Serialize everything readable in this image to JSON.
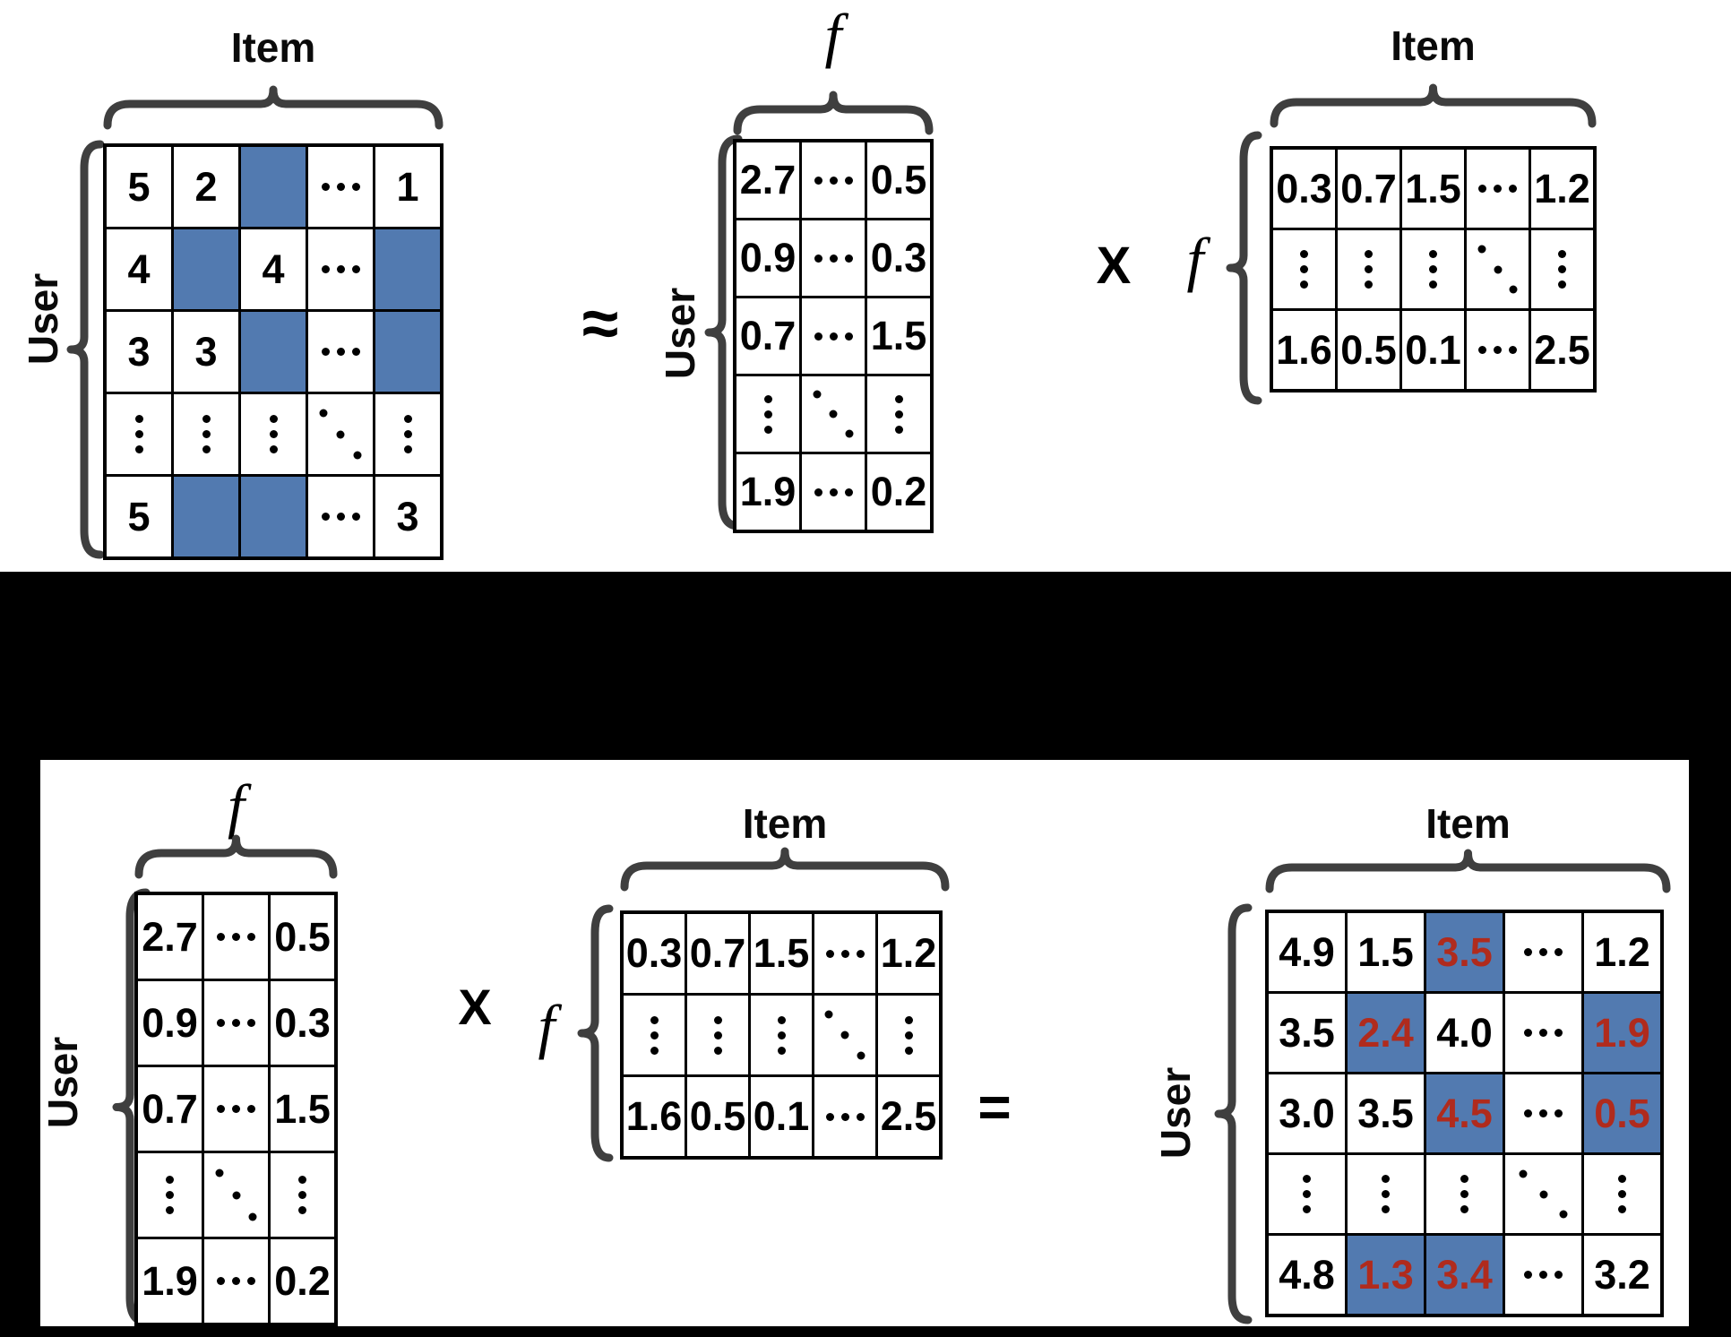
{
  "labels": {
    "item": "Item",
    "user": "User",
    "factor": "f"
  },
  "operators": {
    "approx": "≈",
    "multiply": "X",
    "equals": "="
  },
  "colors": {
    "highlight_blue": "#527AB0",
    "predicted_red": "#B02B1D",
    "brace_gray": "#3F3F3F",
    "slide_bg": "#FFFFFF",
    "canvas_bg": "#000000"
  },
  "matrices": {
    "ratings": {
      "description": "observed user-item ratings, blue cells are missing",
      "rows": [
        [
          {
            "v": "5"
          },
          {
            "v": "2"
          },
          {
            "hl": true
          },
          {
            "dots": "h"
          },
          {
            "v": "1"
          }
        ],
        [
          {
            "v": "4"
          },
          {
            "hl": true
          },
          {
            "v": "4"
          },
          {
            "dots": "h"
          },
          {
            "hl": true
          }
        ],
        [
          {
            "v": "3"
          },
          {
            "v": "3"
          },
          {
            "hl": true
          },
          {
            "dots": "h"
          },
          {
            "hl": true
          }
        ],
        [
          {
            "dots": "v"
          },
          {
            "dots": "v"
          },
          {
            "dots": "v"
          },
          {
            "dots": "d"
          },
          {
            "dots": "v"
          }
        ],
        [
          {
            "v": "5"
          },
          {
            "hl": true
          },
          {
            "hl": true
          },
          {
            "dots": "h"
          },
          {
            "v": "3"
          }
        ]
      ]
    },
    "user_factors": {
      "description": "User x f latent factor matrix",
      "rows": [
        [
          {
            "v": "2.7"
          },
          {
            "dots": "h"
          },
          {
            "v": "0.5"
          }
        ],
        [
          {
            "v": "0.9"
          },
          {
            "dots": "h"
          },
          {
            "v": "0.3"
          }
        ],
        [
          {
            "v": "0.7"
          },
          {
            "dots": "h"
          },
          {
            "v": "1.5"
          }
        ],
        [
          {
            "dots": "v"
          },
          {
            "dots": "d"
          },
          {
            "dots": "v"
          }
        ],
        [
          {
            "v": "1.9"
          },
          {
            "dots": "h"
          },
          {
            "v": "0.2"
          }
        ]
      ]
    },
    "item_factors": {
      "description": "f x Item latent factor matrix",
      "rows": [
        [
          {
            "v": "0.3"
          },
          {
            "v": "0.7"
          },
          {
            "v": "1.5"
          },
          {
            "dots": "h"
          },
          {
            "v": "1.2"
          }
        ],
        [
          {
            "dots": "v"
          },
          {
            "dots": "v"
          },
          {
            "dots": "v"
          },
          {
            "dots": "d"
          },
          {
            "dots": "v"
          }
        ],
        [
          {
            "v": "1.6"
          },
          {
            "v": "0.5"
          },
          {
            "v": "0.1"
          },
          {
            "dots": "h"
          },
          {
            "v": "2.5"
          }
        ]
      ]
    },
    "predictions": {
      "description": "reconstructed ratings, red-on-blue values are predictions",
      "rows": [
        [
          {
            "v": "4.9"
          },
          {
            "v": "1.5"
          },
          {
            "v": "3.5",
            "hl": true,
            "pred": true
          },
          {
            "dots": "h"
          },
          {
            "v": "1.2"
          }
        ],
        [
          {
            "v": "3.5"
          },
          {
            "v": "2.4",
            "hl": true,
            "pred": true
          },
          {
            "v": "4.0"
          },
          {
            "dots": "h"
          },
          {
            "v": "1.9",
            "hl": true,
            "pred": true
          }
        ],
        [
          {
            "v": "3.0"
          },
          {
            "v": "3.5"
          },
          {
            "v": "4.5",
            "hl": true,
            "pred": true
          },
          {
            "dots": "h"
          },
          {
            "v": "0.5",
            "hl": true,
            "pred": true
          }
        ],
        [
          {
            "dots": "v"
          },
          {
            "dots": "v"
          },
          {
            "dots": "v"
          },
          {
            "dots": "d"
          },
          {
            "dots": "v"
          }
        ],
        [
          {
            "v": "4.8"
          },
          {
            "v": "1.3",
            "hl": true,
            "pred": true
          },
          {
            "v": "3.4",
            "hl": true,
            "pred": true
          },
          {
            "dots": "h"
          },
          {
            "v": "3.2"
          }
        ]
      ]
    }
  }
}
